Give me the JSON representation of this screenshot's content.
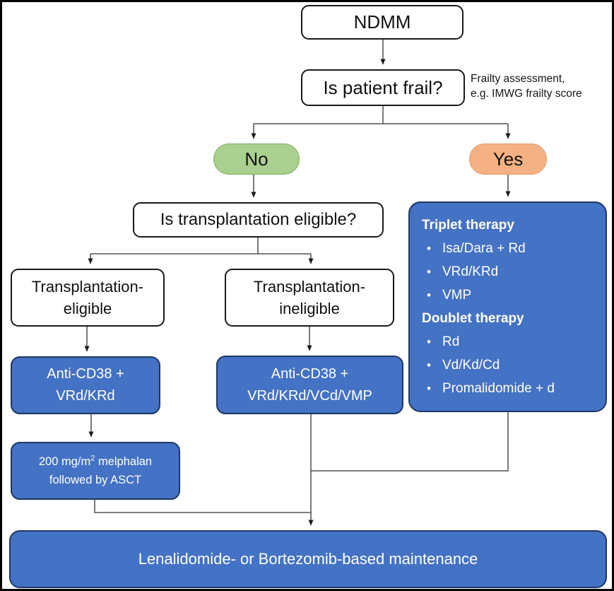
{
  "flowchart": {
    "start_label": "NDMM",
    "frailty_question": "Is patient frail?",
    "frailty_note_line1": "Frailty assessment,",
    "frailty_note_line2": "e.g. IMWG frailty score",
    "branch_no": "No",
    "branch_yes": "Yes",
    "transplant_question": "Is transplantation eligible?",
    "transplant_eligible_line1": "Transplantation-",
    "transplant_eligible_line2": "eligible",
    "transplant_ineligible_line1": "Transplantation-",
    "transplant_ineligible_line2": "ineligible",
    "eligible_therapy_line1": "Anti-CD38 +",
    "eligible_therapy_line2": "VRd/KRd",
    "ineligible_therapy_line1": "Anti-CD38 +",
    "ineligible_therapy_line2": "VRd/KRd/VCd/VMP",
    "asct_line1_pre": "200 mg/m",
    "asct_line1_sup": "2",
    "asct_line1_post": " melphalan",
    "asct_line2": "followed by ASCT",
    "frail_therapy": {
      "triplet_header": "Triplet therapy",
      "triplet_items": [
        "Isa/Dara + Rd",
        "VRd/KRd",
        "VMP"
      ],
      "doublet_header": "Doublet therapy",
      "doublet_items": [
        "Rd",
        "Vd/Kd/Cd",
        "Promalidomide + d"
      ],
      "bullet_glyph": "•"
    },
    "maintenance_label": "Lenalidomide- or Bortezomib-based maintenance",
    "colors": {
      "therapy_blue_fill": "#4472C4",
      "therapy_blue_border": "#1F3864",
      "no_green_fill": "#A9D08E",
      "yes_orange_fill": "#F4B183",
      "connector_line": "#333333",
      "box_border": "#1A1A1A"
    }
  }
}
